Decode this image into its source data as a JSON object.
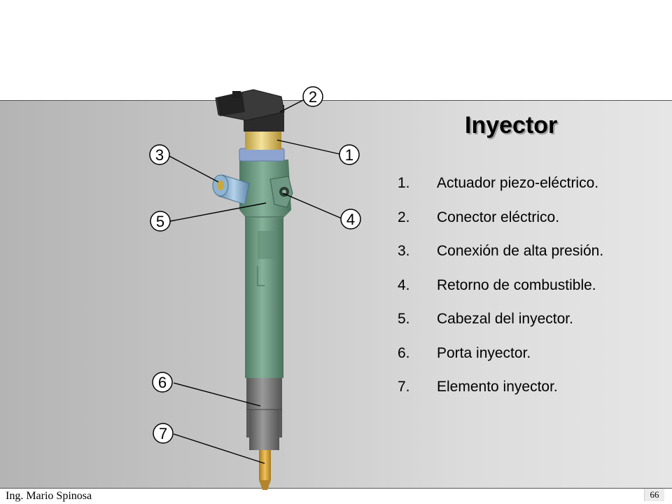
{
  "slide": {
    "title": "Inyector",
    "author": "Ing. Mario Spinosa",
    "page_number": "66"
  },
  "parts": [
    {
      "number": "1.",
      "label": "Actuador piezo-eléctrico."
    },
    {
      "number": "2.",
      "label": "Conector eléctrico."
    },
    {
      "number": "3.",
      "label": "Conexión de alta presión."
    },
    {
      "number": "4.",
      "label": "Retorno de combustible."
    },
    {
      "number": "5.",
      "label": "Cabezal del inyector."
    },
    {
      "number": "6.",
      "label": "Porta inyector."
    },
    {
      "number": "7.",
      "label": "Elemento inyector."
    }
  ],
  "callouts": [
    "1",
    "2",
    "3",
    "4",
    "5",
    "6",
    "7"
  ],
  "colors": {
    "injector_body": "#6f9a82",
    "connector": "#2b2b2b",
    "actuator_ring": "#e2c766",
    "nozzle_holder": "#757575",
    "nozzle_tip": "#d6a33b",
    "fitting": "#7fa8c8"
  }
}
